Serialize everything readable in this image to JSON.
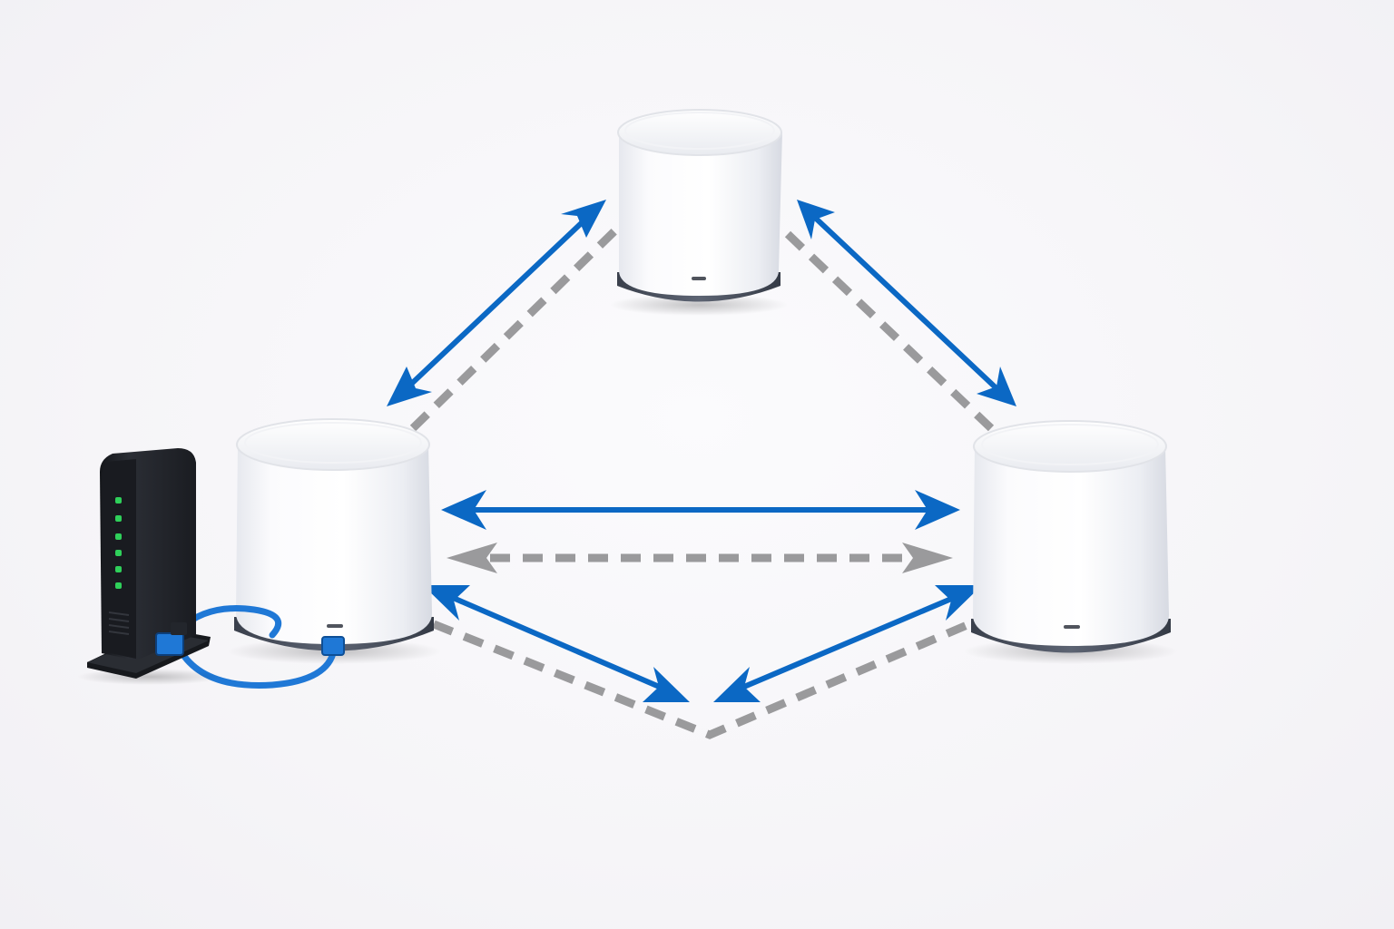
{
  "diagram": {
    "nodes": [
      {
        "id": "modem",
        "kind": "modem",
        "icon": "modem-icon",
        "led_count": 6,
        "led_color": "#2fd05a"
      },
      {
        "id": "node-top",
        "kind": "mesh-node",
        "icon": "mesh-node-icon"
      },
      {
        "id": "node-left",
        "kind": "mesh-node",
        "icon": "mesh-node-icon"
      },
      {
        "id": "node-right",
        "kind": "mesh-node",
        "icon": "mesh-node-icon"
      }
    ],
    "links": [
      {
        "from": "node-left",
        "to": "node-top",
        "style": "solid",
        "direction": "bidirectional"
      },
      {
        "from": "node-left",
        "to": "node-top",
        "style": "dashed",
        "direction": "none"
      },
      {
        "from": "node-top",
        "to": "node-right",
        "style": "solid",
        "direction": "bidirectional"
      },
      {
        "from": "node-top",
        "to": "node-right",
        "style": "dashed",
        "direction": "none"
      },
      {
        "from": "node-left",
        "to": "node-right",
        "style": "solid",
        "direction": "bidirectional"
      },
      {
        "from": "node-left",
        "to": "node-right",
        "style": "dashed",
        "direction": "bidirectional"
      },
      {
        "from": "node-left",
        "to": "bottom-point",
        "style": "solid",
        "direction": "bidirectional"
      },
      {
        "from": "node-right",
        "to": "bottom-point",
        "style": "solid",
        "direction": "bidirectional"
      },
      {
        "from": "node-left",
        "to": "bottom-point",
        "style": "dashed",
        "direction": "none"
      },
      {
        "from": "node-right",
        "to": "bottom-point",
        "style": "dashed",
        "direction": "none"
      },
      {
        "from": "modem",
        "to": "node-left",
        "style": "cable",
        "direction": "none"
      }
    ],
    "colors": {
      "wireless": "#0b68c4",
      "dashed": "#9a9a9c",
      "cable": "#1f78d6",
      "node_body": "#ffffff",
      "node_base": "#4e5563",
      "modem_body": "#1f2127"
    }
  }
}
